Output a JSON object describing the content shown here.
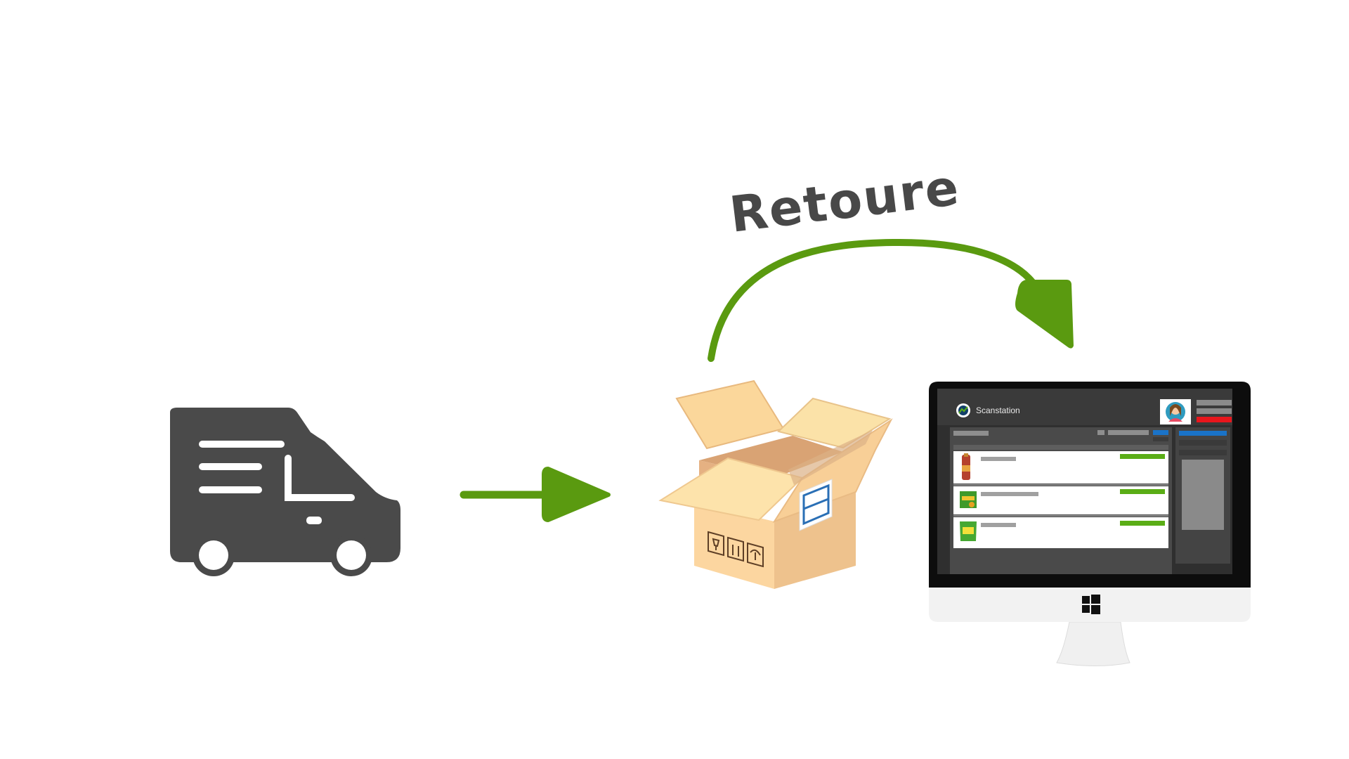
{
  "diagram": {
    "label": "Retoure",
    "colors": {
      "arrow": "#5a9a10",
      "truck": "#4a4a4a",
      "box_light": "#fbd79b",
      "box_dark": "#eec28d",
      "label_text": "#484848"
    },
    "nodes": [
      {
        "id": "truck",
        "icon": "delivery-truck-icon"
      },
      {
        "id": "box",
        "icon": "open-cardboard-box-icon"
      },
      {
        "id": "monitor",
        "icon": "desktop-monitor-icon"
      }
    ],
    "edges": [
      {
        "from": "truck",
        "to": "box",
        "style": "straight-arrow"
      },
      {
        "from": "box",
        "to": "monitor",
        "style": "curved-arrow",
        "label": "Retoure"
      }
    ]
  },
  "screen": {
    "app_name": "Scanstation",
    "logo_icon": "scanstation-logo-icon",
    "avatar_icon": "user-avatar-icon",
    "os_icon": "windows-logo-icon",
    "colors": {
      "progress": "#5aad16",
      "accent_blue": "#1a73c8",
      "alert_red": "#e8161c"
    },
    "rows": [
      {
        "icon": "bottle-product-icon"
      },
      {
        "icon": "box-product-icon"
      },
      {
        "icon": "bag-product-icon"
      }
    ]
  }
}
